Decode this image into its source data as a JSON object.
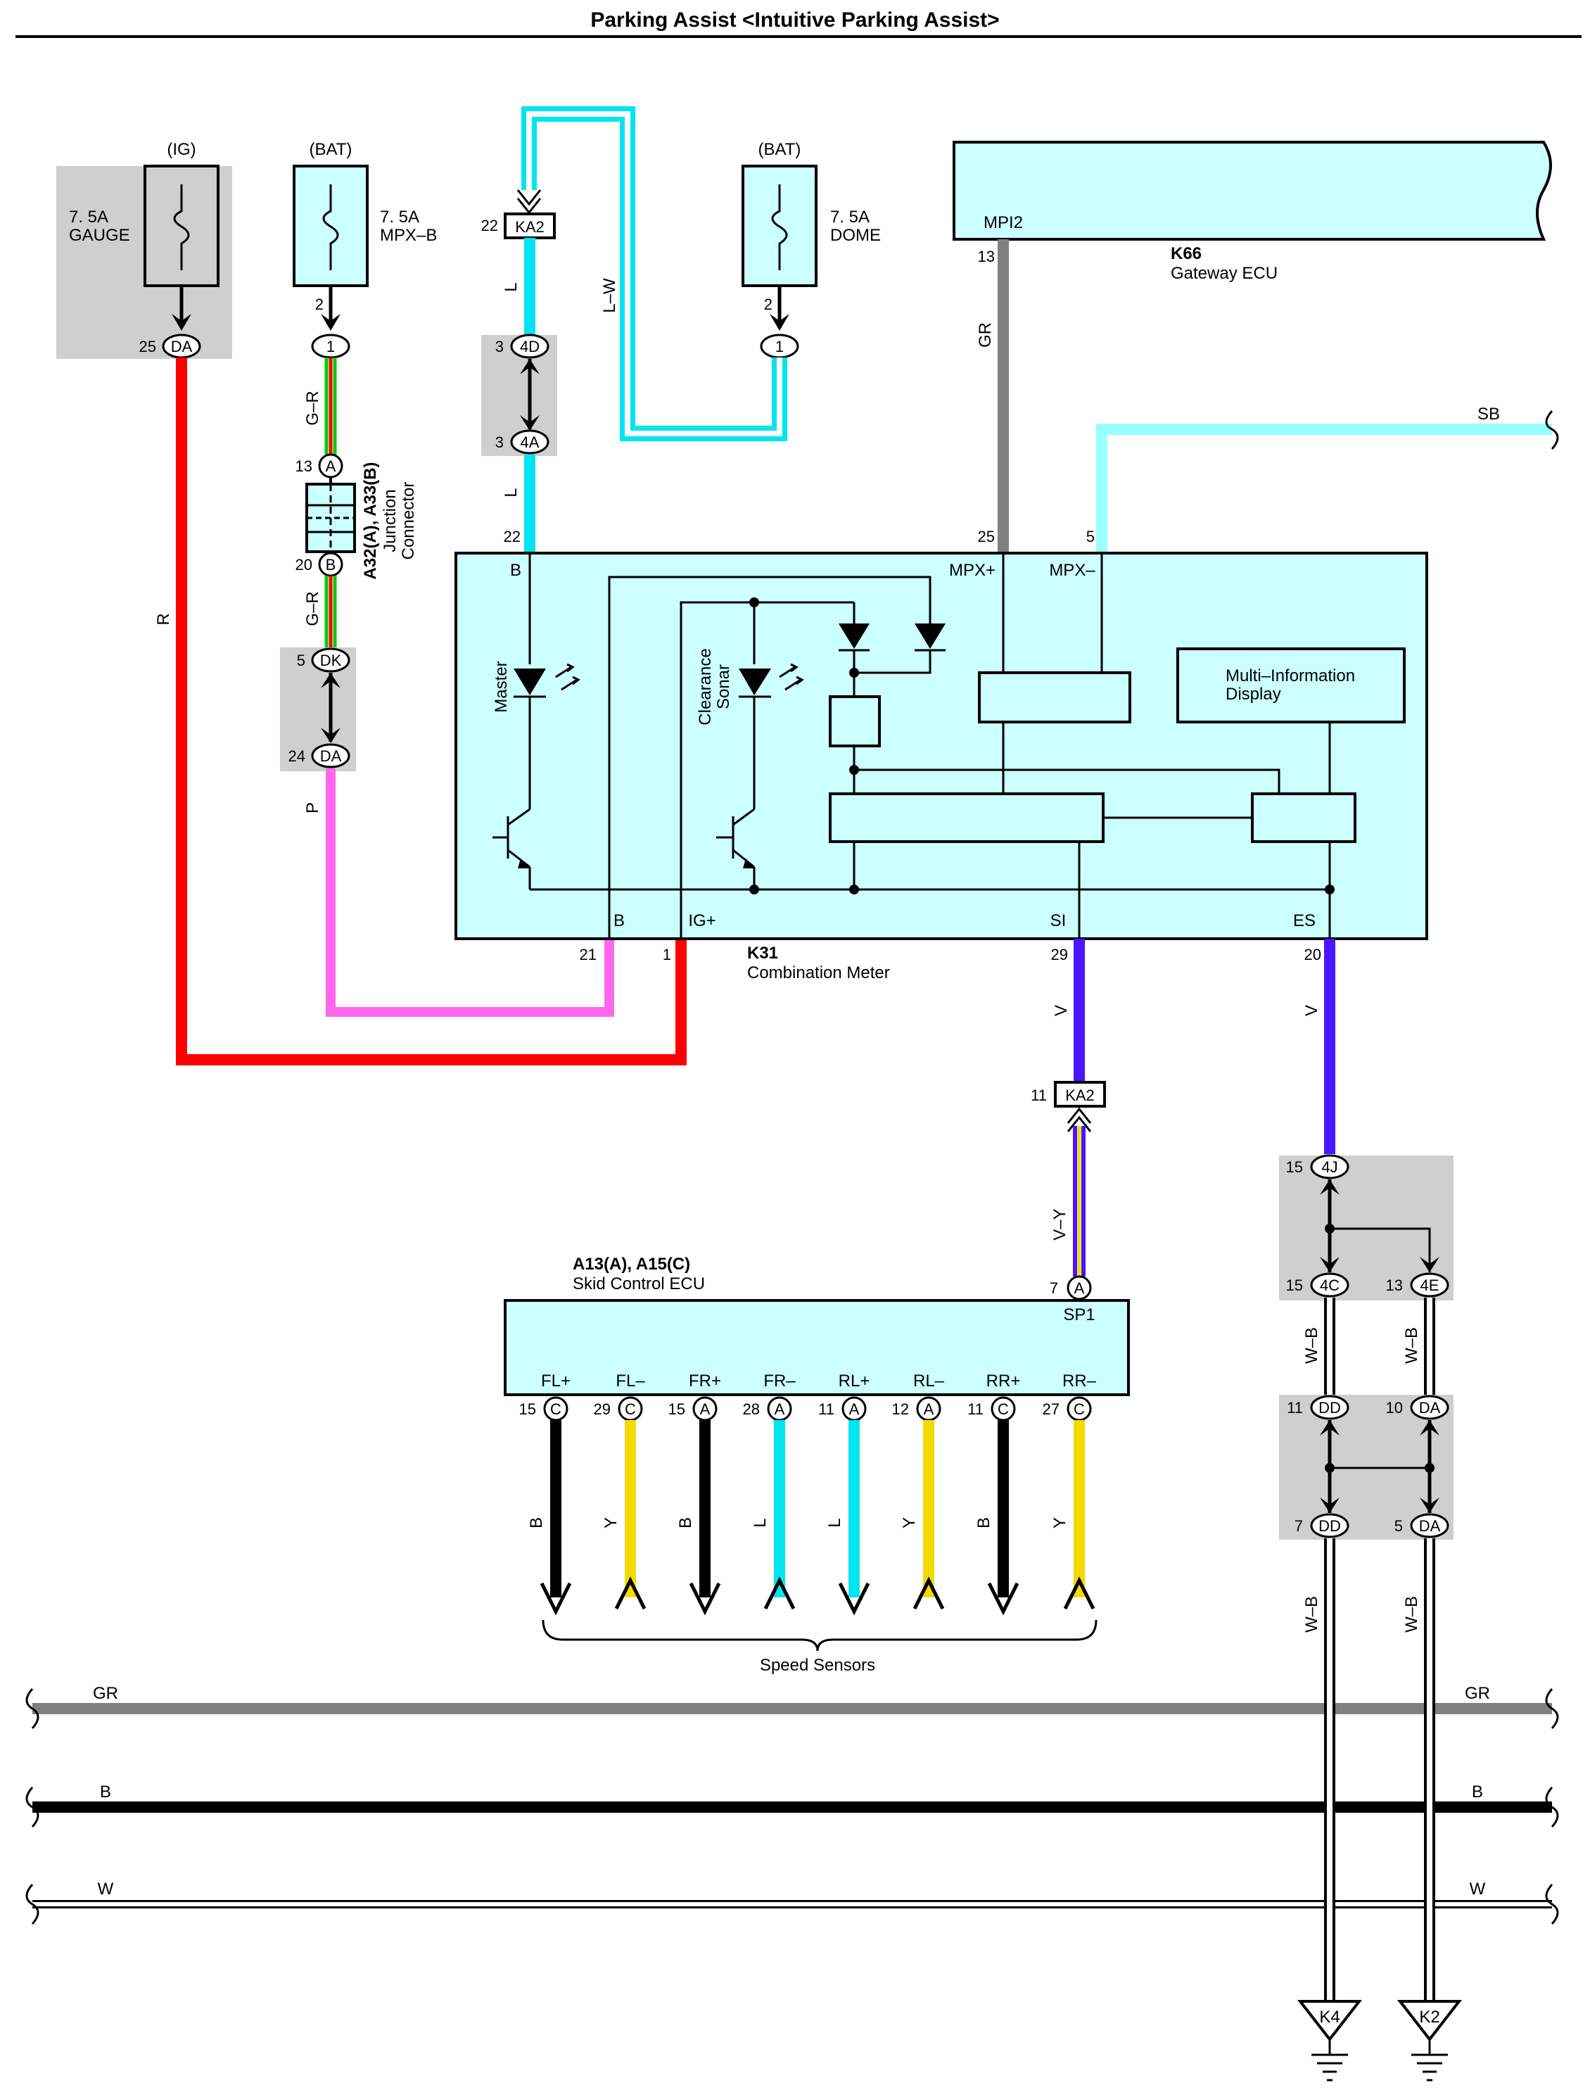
{
  "title": "Parking Assist <Intuitive Parking Assist>",
  "fuses": [
    {
      "id": "gauge",
      "source": "(IG)",
      "rating": "7. 5A",
      "name": "GAUGE",
      "pin": "25",
      "connector": "DA"
    },
    {
      "id": "mpxb",
      "source": "(BAT)",
      "rating": "7. 5A",
      "name": "MPX–B",
      "pin": "2",
      "connector": "1"
    },
    {
      "id": "dome",
      "source": "(BAT)",
      "rating": "7. 5A",
      "name": "DOME",
      "pin": "2",
      "connector": "1"
    }
  ],
  "junction": {
    "code": "A32(A), A33(B)",
    "line1": "Junction",
    "line2": "Connector",
    "pin_top": "13",
    "conn_top": "A",
    "pin_bottom": "20",
    "conn_bottom": "B"
  },
  "connectors": {
    "ka2_top": {
      "pin": "22",
      "label": "KA2"
    },
    "d4": {
      "pin": "3",
      "label": "4D"
    },
    "a4": {
      "pin": "3",
      "label": "4A"
    },
    "dk": {
      "pin": "5",
      "label": "DK"
    },
    "da_mid": {
      "pin": "24",
      "label": "DA"
    },
    "ka2_bottom": {
      "pin": "11",
      "label": "KA2"
    },
    "j4": {
      "pin": "15",
      "label": "4J"
    },
    "c4": {
      "pin": "15",
      "label": "4C"
    },
    "e4": {
      "pin": "13",
      "label": "4E"
    },
    "dd_top": {
      "pin": "11",
      "label": "DD"
    },
    "da_top": {
      "pin": "10",
      "label": "DA"
    },
    "dd_bot": {
      "pin": "7",
      "label": "DD"
    },
    "da_bot": {
      "pin": "5",
      "label": "DA"
    }
  },
  "wires": {
    "r": "R",
    "gr1": "G–R",
    "gr2": "G–R",
    "p": "P",
    "l1": "L",
    "l2": "L",
    "lw": "L–W",
    "gr_top": "GR",
    "sb": "SB",
    "v1": "V",
    "v2": "V",
    "vy": "V–Y",
    "wb1": "W–B",
    "wb2": "W–B",
    "wb3": "W–B",
    "wb4": "W–B"
  },
  "gateway": {
    "code": "K66",
    "name": "Gateway ECU",
    "terminal": "MPI2",
    "pin": "13"
  },
  "meter": {
    "code": "K31",
    "name": "Combination Meter",
    "top_terms": {
      "b": "B",
      "mpx_plus": "MPX+",
      "mpx_minus": "MPX–"
    },
    "top_pins": {
      "b": "22",
      "mpx_plus": "25",
      "mpx_minus": "5"
    },
    "bottom_terms": {
      "b": "B",
      "ig": "IG+",
      "si": "SI",
      "es": "ES"
    },
    "bottom_pins": {
      "b": "21",
      "ig": "1",
      "si": "29",
      "es": "20"
    },
    "master": "Master",
    "sonar_line1": "Clearance",
    "sonar_line2": "Sonar",
    "mid_line1": "Multi–Information",
    "mid_line2": "Display"
  },
  "skid": {
    "code": "A13(A), A15(C)",
    "name": "Skid Control ECU",
    "sp1": "SP1",
    "sp1_pin": "7",
    "sp1_conn": "A",
    "terminals": [
      {
        "name": "FL+",
        "pin": "15",
        "conn": "C",
        "wire": "B",
        "color": "#000000"
      },
      {
        "name": "FL–",
        "pin": "29",
        "conn": "C",
        "wire": "Y",
        "color": "#f2dc00"
      },
      {
        "name": "FR+",
        "pin": "15",
        "conn": "A",
        "wire": "B",
        "color": "#000000"
      },
      {
        "name": "FR–",
        "pin": "28",
        "conn": "A",
        "wire": "L",
        "color": "#00e5f0"
      },
      {
        "name": "RL+",
        "pin": "11",
        "conn": "A",
        "wire": "L",
        "color": "#00e5f0"
      },
      {
        "name": "RL–",
        "pin": "12",
        "conn": "A",
        "wire": "Y",
        "color": "#f2dc00"
      },
      {
        "name": "RR+",
        "pin": "11",
        "conn": "C",
        "wire": "B",
        "color": "#000000"
      },
      {
        "name": "RR–",
        "pin": "27",
        "conn": "C",
        "wire": "Y",
        "color": "#f2dc00"
      }
    ],
    "sensors": "Speed Sensors"
  },
  "buses": [
    {
      "left": "GR",
      "right": "GR",
      "color": "#808080"
    },
    {
      "left": "B",
      "right": "B",
      "color": "#000000"
    },
    {
      "left": "W",
      "right": "W",
      "color": "#ffffff"
    }
  ],
  "grounds": [
    "K4",
    "K2"
  ],
  "colors": {
    "red": "#ff0000",
    "pink": "#ff66ee",
    "cyan": "#00e5f0",
    "light_cyan": "#99ffff",
    "violet": "#4a14ff",
    "gray": "#808080",
    "ecu_fill": "#ccffff",
    "shade": "#cfcfcf"
  }
}
